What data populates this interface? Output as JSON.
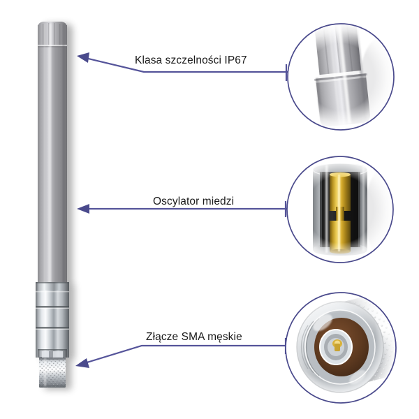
{
  "image": {
    "subject": "antenna-product-diagram",
    "background_color": "#ffffff",
    "accent_color": "#4a4a8c",
    "text_color": "#1a1a1a"
  },
  "product": {
    "name": "antenna",
    "body_color": "#9a9a9e",
    "metal_color": "#c9cdd2",
    "copper_color": "#c9a227"
  },
  "callouts": [
    {
      "id": "ip-rating",
      "label": "Klasa szczelności IP67",
      "icon": "arrow-up-left-icon",
      "detail": "antenna-cap-detail"
    },
    {
      "id": "copper-oscillator",
      "label": "Oscylator miedzi",
      "icon": "arrow-left-icon",
      "detail": "copper-oscillator-detail"
    },
    {
      "id": "sma-connector",
      "label": "Złącze SMA męskie",
      "icon": "arrow-down-left-icon",
      "detail": "sma-connector-detail"
    }
  ]
}
